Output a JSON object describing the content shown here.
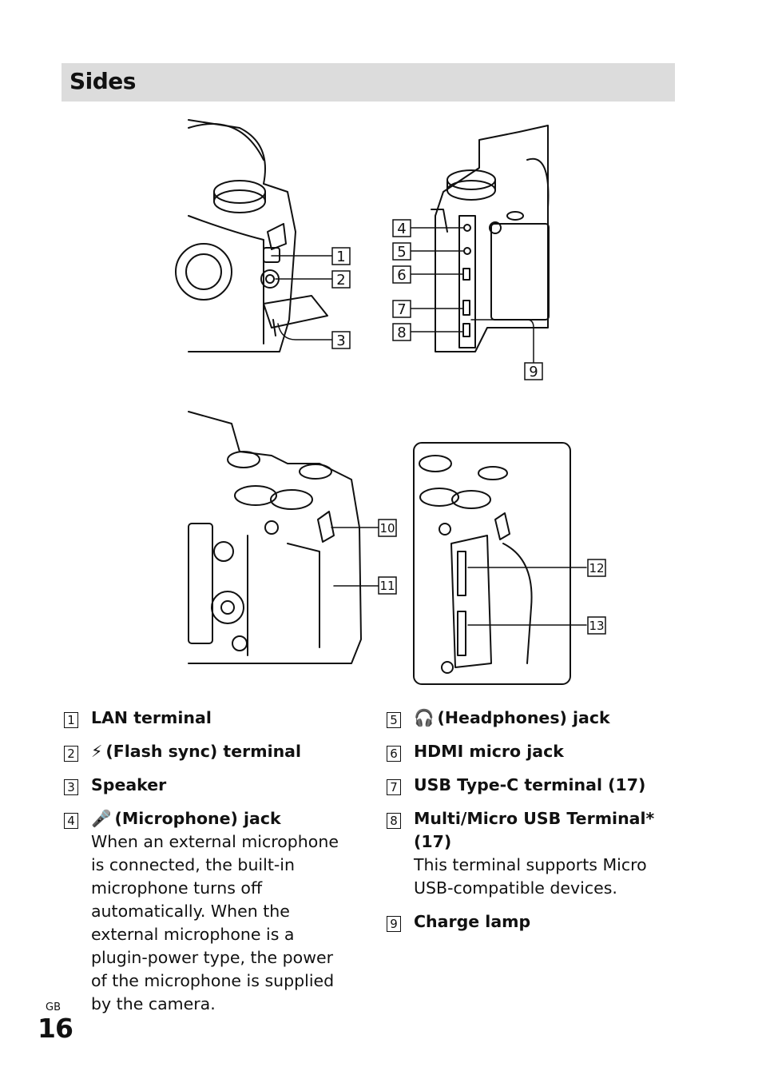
{
  "section": {
    "title": "Sides"
  },
  "callouts": [
    "1",
    "2",
    "3",
    "4",
    "5",
    "6",
    "7",
    "8",
    "9",
    "10",
    "11",
    "12",
    "13"
  ],
  "items_left": [
    {
      "num": "1",
      "title": "LAN terminal"
    },
    {
      "num": "2",
      "symbol": "⚡",
      "title": "(Flash sync) terminal"
    },
    {
      "num": "3",
      "title": "Speaker"
    },
    {
      "num": "4",
      "symbol": "🎤",
      "title": "(Microphone) jack",
      "description": "When an external microphone is connected, the built-in microphone turns off automatically. When the external microphone is a plugin-power type, the power of the microphone is supplied by the camera."
    }
  ],
  "items_right": [
    {
      "num": "5",
      "symbol": "🎧",
      "title": "(Headphones) jack"
    },
    {
      "num": "6",
      "title": "HDMI micro jack"
    },
    {
      "num": "7",
      "title": "USB Type-C terminal (17)"
    },
    {
      "num": "8",
      "title": "Multi/Micro USB Terminal* (17)",
      "description": "This terminal supports Micro USB-compatible devices."
    },
    {
      "num": "9",
      "title": "Charge lamp"
    }
  ],
  "footer": {
    "region": "GB",
    "page": "16"
  }
}
